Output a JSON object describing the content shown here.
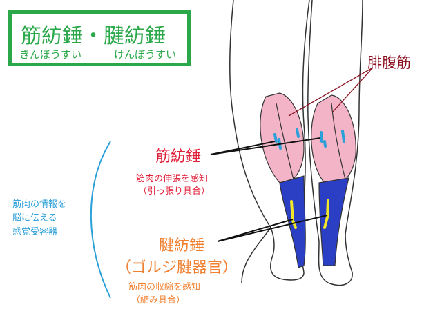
{
  "title": {
    "main": "筋紡錘・腱紡錘",
    "reading_left": "きんぼうすい",
    "reading_right": "けんぼうすい"
  },
  "labels": {
    "gastrocnemius": "腓腹筋",
    "muscle_spindle": "筋紡錘",
    "muscle_spindle_desc1": "筋肉の伸張を感知",
    "muscle_spindle_desc2": "（引っ張り具合）",
    "tendon_spindle": "腱紡錘",
    "tendon_spindle_alt": "（ゴルジ腱器官）",
    "tendon_spindle_desc1": "筋肉の収縮を感知",
    "tendon_spindle_desc2": "（縮み具合）",
    "receptor_line1": "筋肉の情報を",
    "receptor_line2": "脳に伝える",
    "receptor_line3": "感覚受容器"
  },
  "colors": {
    "green": "#2aa84a",
    "red": "#e0203a",
    "maroon": "#8b1020",
    "orange": "#f08030",
    "blue": "#2a9fd8",
    "muscle": "#f4b4c8",
    "tendon": "#2b3fc4",
    "yellow": "#f2e628"
  }
}
